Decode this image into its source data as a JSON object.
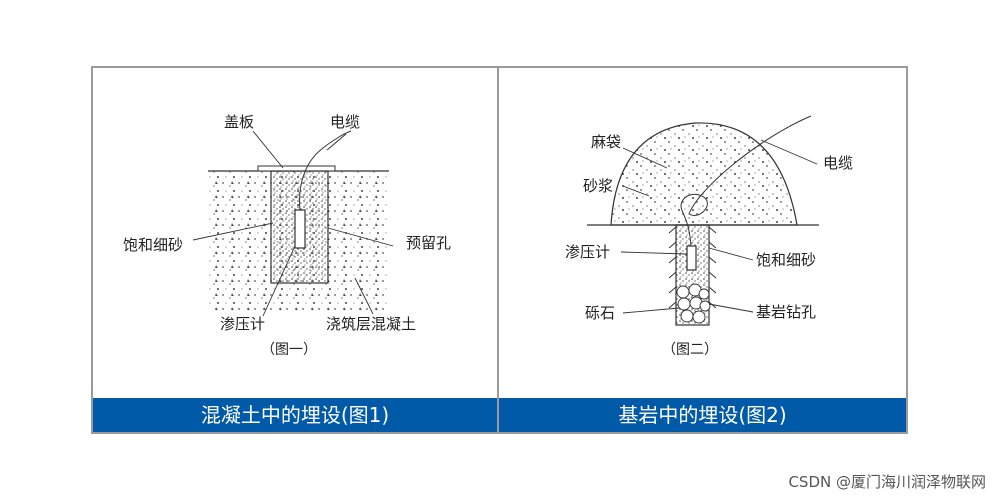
{
  "figure_left": {
    "labels": {
      "cover": "盖板",
      "cable": "电缆",
      "sand": "饱和细砂",
      "hole": "预留孔",
      "piezometer": "渗压计",
      "concrete": "浇筑层混凝土",
      "figno": "（图一）"
    },
    "caption": "混凝土中的埋设(图1)"
  },
  "figure_right": {
    "labels": {
      "bag": "麻袋",
      "cable": "电缆",
      "mortar": "砂浆",
      "piezometer": "渗压计",
      "sand": "饱和细砂",
      "gravel": "砾石",
      "borehole": "基岩钻孔",
      "figno": "（图二）"
    },
    "caption": "基岩中的埋设(图2)"
  },
  "watermark": "CSDN @厦门海川润泽物联网"
}
